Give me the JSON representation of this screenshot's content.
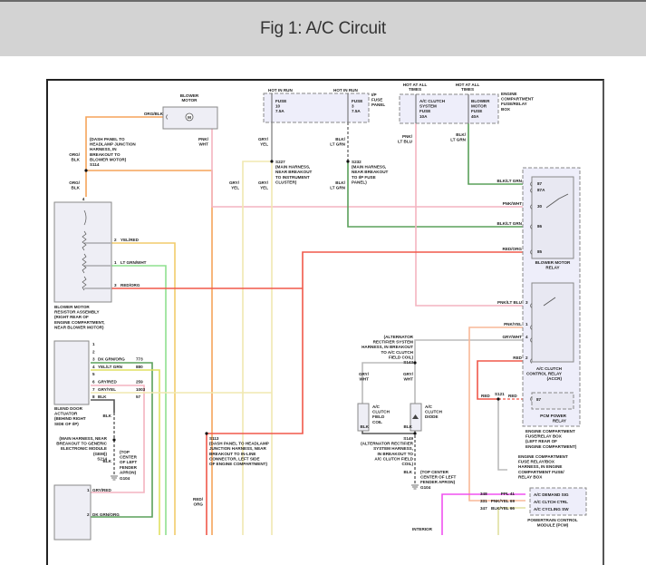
{
  "header": {
    "title": "Fig 1: A/C Circuit"
  },
  "colors": {
    "orange": "#f5a45a",
    "pink": "#f4b4c0",
    "green": "#5aa05a",
    "lt_green": "#8fe08f",
    "yellow": "#f2cc6b",
    "lt_yellow": "#f0e8b0",
    "red": "#f0584a",
    "gray": "#bbbbbb",
    "magenta": "#f050f0",
    "peach": "#f8b898",
    "olive": "#e0e0a0",
    "fuse_fill": "#eeeefa"
  },
  "components": {
    "blower_motor": {
      "label": [
        "BLOWER",
        "MOTOR"
      ],
      "glyph": "M"
    },
    "ip_fuse_panel": {
      "label": [
        "I/P",
        "FUSE",
        "PANEL"
      ],
      "fuse1": [
        "FUSE",
        "10",
        "7.5A"
      ],
      "fuse2": [
        "FUSE",
        "3",
        "7.5A"
      ],
      "hot1": "HOT IN RUN",
      "hot2": "HOT IN RUN"
    },
    "ec_fuse_box": {
      "label": [
        "ENGINE",
        "COMPARTMENT",
        "FUSE/RELAY",
        "BOX"
      ],
      "fuse1": [
        "A/C CLUTCH",
        "SYSTEM",
        "FUSE",
        "10A"
      ],
      "fuse2": [
        "BLOWER",
        "MOTOR",
        "FUSE",
        "40A"
      ],
      "hot1": [
        "HOT AT ALL",
        "TIMES"
      ],
      "hot2": [
        "HOT AT ALL",
        "TIMES"
      ]
    },
    "blower_motor_relay": {
      "label": [
        "BLOWER MOTOR",
        "RELAY"
      ],
      "pins": [
        "87",
        "87A",
        "30",
        "86",
        "85"
      ]
    },
    "ac_clutch_relay": {
      "label": [
        "A/C CLUTCH",
        "CONTROL RELAY",
        "(ACCR)"
      ],
      "pins": [
        "3",
        "1",
        "4",
        "2"
      ]
    },
    "pcm_power_relay": {
      "label": [
        "PCM POWER",
        "RELAY"
      ],
      "pin": "87"
    },
    "ec_fuse_relay_box_note": [
      "ENGINE COMPARTMENT",
      "FUSE/RELAY BOX",
      "(LEFT REAR OF",
      "ENGINE COMPARTMENT)"
    ],
    "resistor_assembly": {
      "label": [
        "BLOWER MOTOR",
        "RESISTOR ASSEMBLY",
        "(RIGHT REAR OF",
        "ENGINE COMPARTMENT,",
        "NEAR BLOWER MOTOR)"
      ],
      "pin_top": "4"
    },
    "blend_door_actuator": {
      "label": [
        "BLEND DOOR",
        "ACTUATOR",
        "(BEHIND RIGHT",
        "SIDE OF I/P)"
      ]
    },
    "ac_clutch_field_coil": {
      "label": [
        "A/C",
        "CLUTCH",
        "FIELD",
        "COIL"
      ]
    },
    "ac_clutch_diode": {
      "label": [
        "A/C",
        "CLUTCH",
        "DIODE"
      ]
    },
    "pcm": {
      "label": [
        "POWERTRAIN CONTROL",
        "MODULE (PCM)"
      ],
      "pins": [
        {
          "circuit": "348",
          "wire": "PPL",
          "pin": "41",
          "name": "A/C DEMAND SIG"
        },
        {
          "circuit": "331",
          "wire": "PNK/YEL",
          "pin": "69",
          "name": "A/C CLTCH CTRL"
        },
        {
          "circuit": "347",
          "wire": "BLK/YEL",
          "pin": "66",
          "name": "A/C CYCLING SW"
        }
      ]
    },
    "interior": "INTERIOR"
  },
  "wires": {
    "org_blk": "ORG/BLK",
    "org_blk_2": [
      "ORG/",
      "BLK"
    ],
    "pnk_wht": [
      "PNK/",
      "WHT"
    ],
    "gry_yel": [
      "GRY/",
      "YEL"
    ],
    "blk_ltgrn": [
      "BLK/",
      "LT GRN"
    ],
    "pnk_ltblu": [
      "PNK/",
      "LT BLU"
    ],
    "blk_ltgrn_inline": "BLK/LT GRN",
    "pnk_wht_inline": "PNK/WHT",
    "red_org_inline": "RED/ORG",
    "pnk_ltblu_inline": "PNK/LT BLU",
    "pnk_yel_inline": "PNK/YEL",
    "gry_wht_inline": "GRY/WHT",
    "red": "RED",
    "gry_wht": [
      "GRY/",
      "WHT"
    ],
    "blk": "BLK",
    "red_org": [
      "RED/",
      "ORG"
    ],
    "resistor_pins": [
      {
        "pin": "2",
        "wire": "YEL/RED"
      },
      {
        "pin": "1",
        "wire": "LT GRN/WHT"
      },
      {
        "pin": "3",
        "wire": "RED/ORG"
      }
    ],
    "blend_pins": [
      {
        "pin": "1",
        "wire": "",
        "circuit": ""
      },
      {
        "pin": "2",
        "wire": "",
        "circuit": ""
      },
      {
        "pin": "3",
        "wire": "DK GRN/ORG",
        "circuit": "773"
      },
      {
        "pin": "4",
        "wire": "YEL/LT GRN",
        "circuit": "880"
      },
      {
        "pin": "5",
        "wire": "",
        "circuit": ""
      },
      {
        "pin": "6",
        "wire": "GRY/RED",
        "circuit": "259"
      },
      {
        "pin": "7",
        "wire": "GRY/YEL",
        "circuit": "1003"
      },
      {
        "pin": "8",
        "wire": "BLK",
        "circuit": "57"
      }
    ],
    "lower_pins": [
      {
        "pin": "1",
        "wire": "GRY/RED"
      },
      {
        "pin": "2",
        "wire": "DK GRN/ORG"
      }
    ]
  },
  "splices": {
    "s114": [
      "(DASH PANEL TO",
      "HEADLAMP JUNCTION",
      "HARNESS, IN",
      "BREAKOUT TO",
      "BLOWER MOTOR)",
      "S114"
    ],
    "s227": [
      "S227",
      "(MAIN HARNESS,",
      "NEAR BREAKOUT",
      "TO INSTRUMENT",
      "CLUSTER)"
    ],
    "s232": [
      "S232",
      "(MAIN HARNESS,",
      "NEAR BREAKOUT",
      "TO I/P FUSE",
      "PANEL)"
    ],
    "s113": [
      "S113",
      "(DASH PANEL TO HEADLAMP",
      "JUNCTION HARNESS, NEAR",
      "BREAKOUT TO IN-LINE",
      "CONNECTOR, LEFT SIDE",
      "OF ENGINE COMPARTMENT)"
    ],
    "s143": [
      "(ALTERNATOR",
      "RECTIFIER SYSTEM",
      "HARNESS, IN BREAKOUT",
      "TO A/C CLUTCH",
      "FIELD COIL)",
      "S143"
    ],
    "s149": [
      "S149",
      "(ALTERNATOR RECTIFIER",
      "SYSTEM HARNESS,",
      "IN BREAKOUT TO",
      "A/C CLUTCH FIELD",
      "COIL)"
    ],
    "g104": [
      "(TOP CENTER",
      "CENTER OF LEFT",
      "FENDER APRON)",
      "G104"
    ],
    "s214": [
      "(MAIN HARNESS, NEAR",
      "BREAKOUT TO GENERIC",
      "ELECTRONIC MODULE",
      "(GEM))",
      "S214"
    ],
    "g104b": [
      "(TOP",
      "CENTER",
      "OF LEFT",
      "FENDER",
      "APRON)",
      "G104"
    ],
    "s121": "S121",
    "ec_harness": [
      "ENGINE COMPARTMENT",
      "FUSE RELAY/BOX",
      "HARNESS, IN ENGINE",
      "COMPARTMENT FUSE/",
      "RELAY BOX"
    ]
  }
}
